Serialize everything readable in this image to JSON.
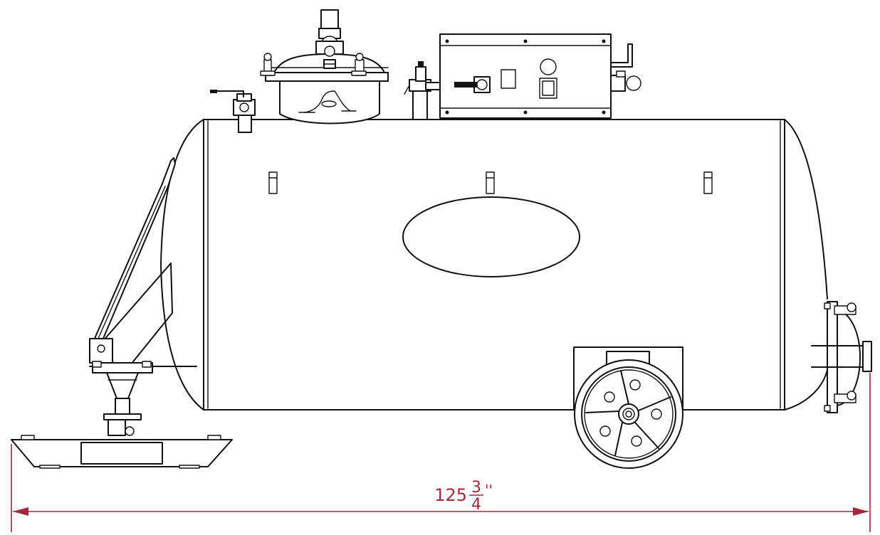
{
  "dimension": {
    "whole": "125",
    "numerator": "3",
    "denominator": "4",
    "unit": "''"
  },
  "colors": {
    "line": "#111111",
    "dimension": "#a1283e",
    "background": "#ffffff"
  }
}
